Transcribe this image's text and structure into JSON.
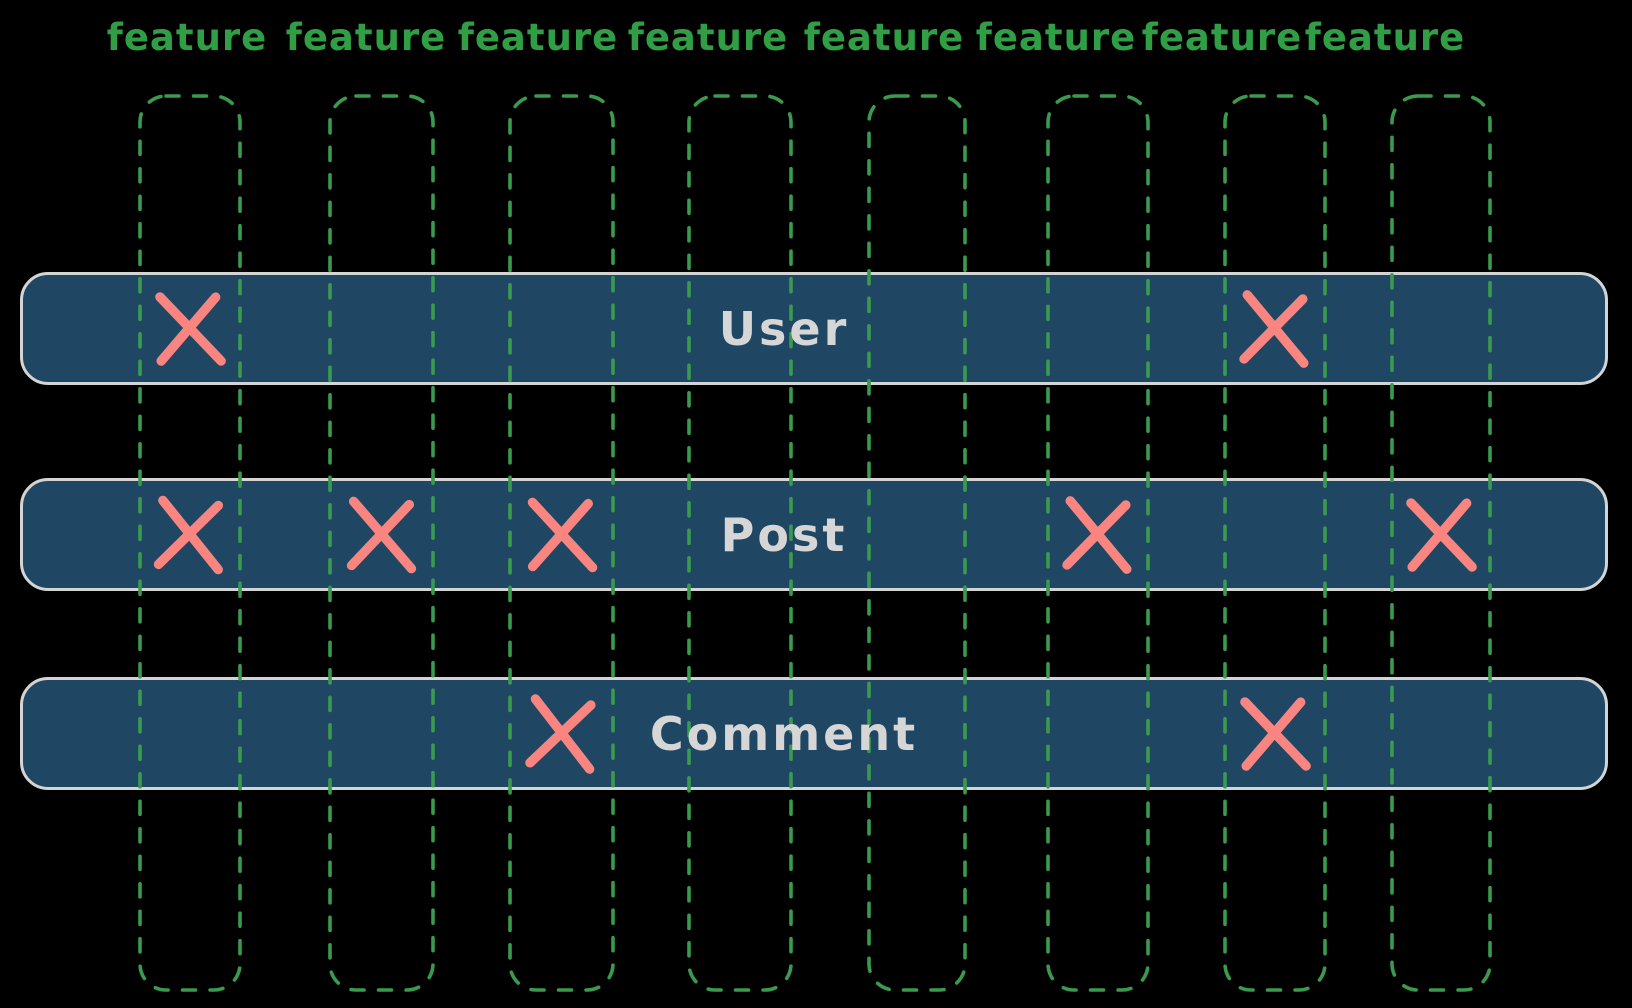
{
  "palette": {
    "background": "#000000",
    "feature_label_green": "#2f9e44",
    "column_dash_green": "#3a9a4e",
    "bar_fill_navy": "#1f4764",
    "bar_border_gray": "#d4d4d4",
    "entity_text_gray": "#d6d6d6",
    "x_mark_salmon": "#f98580"
  },
  "feature_labels": [
    "feature",
    "feature",
    "feature",
    "feature",
    "feature",
    "feature",
    "feature",
    "feature"
  ],
  "entities": [
    {
      "name": "User",
      "marked_features": [
        1,
        7
      ]
    },
    {
      "name": "Post",
      "marked_features": [
        1,
        2,
        3,
        6,
        8
      ]
    },
    {
      "name": "Comment",
      "marked_features": [
        3,
        7
      ]
    }
  ]
}
